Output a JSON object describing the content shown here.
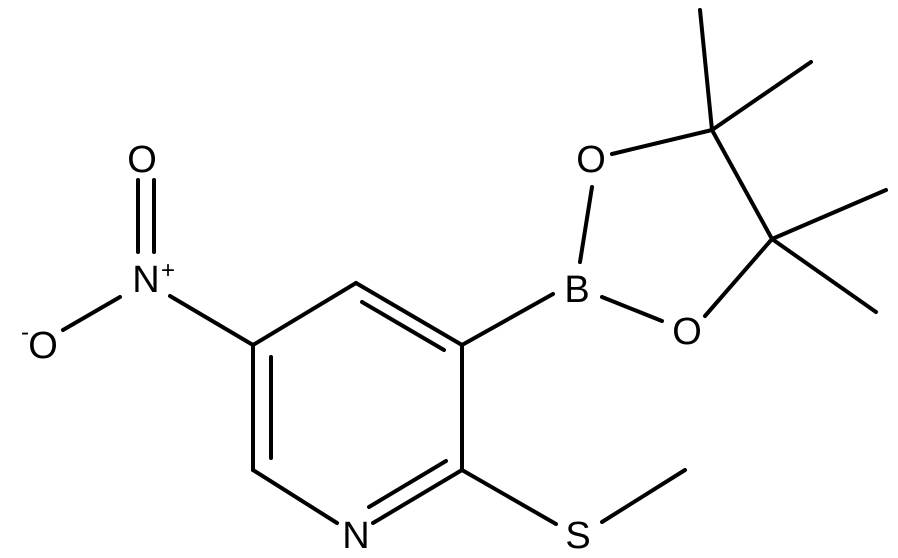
{
  "molecule": {
    "atoms": {
      "nitro_oxygen_double": "O",
      "nitro_nitrogen": "N",
      "nitro_nitrogen_charge": "+",
      "nitro_oxygen_single": "O",
      "nitro_oxygen_single_charge": "-",
      "boron": "B",
      "dioxaborolane_oxygen_top": "O",
      "dioxaborolane_oxygen_bottom": "O",
      "ring_nitrogen": "N",
      "sulfur": "S"
    }
  },
  "colors": {
    "bond": "#000000",
    "label": "#000000",
    "background": "#ffffff"
  }
}
